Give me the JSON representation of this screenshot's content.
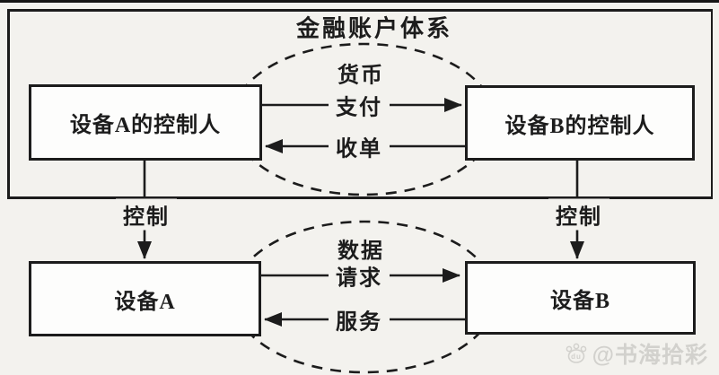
{
  "colors": {
    "background": "#f3f2ee",
    "ink": "#1c1c1c",
    "box_fill": "#fdfdfc",
    "watermark": "#d2d1cd"
  },
  "title": "金融账户体系",
  "boxes": {
    "controller_a": "设备A的控制人",
    "controller_b": "设备B的控制人",
    "device_a": "设备A",
    "device_b": "设备B"
  },
  "labels": {
    "currency": "货币",
    "payment": "支付",
    "acquiring": "收单",
    "control_left": "控制",
    "control_right": "控制",
    "data": "数据",
    "request": "请求",
    "service": "服务"
  },
  "watermark": {
    "text": "@书海拾彩",
    "icon": "baidu-paw-icon",
    "icon_text": "du"
  }
}
